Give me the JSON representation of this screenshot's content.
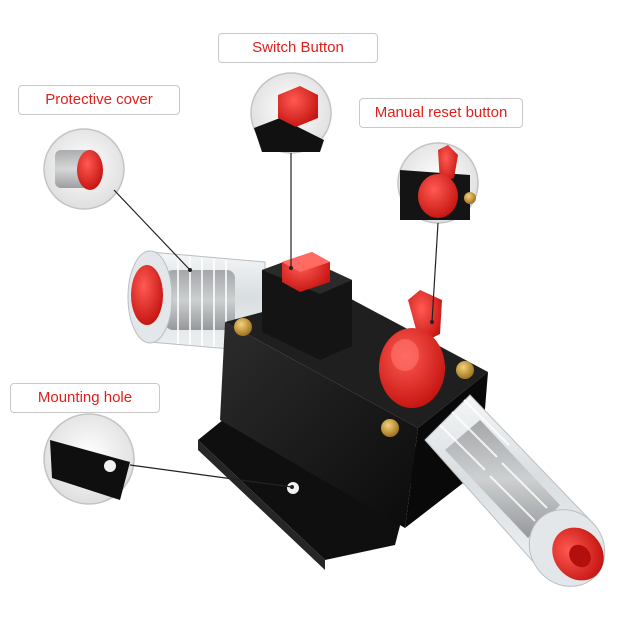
{
  "callouts": {
    "switch_button": "Switch Button",
    "protective_cover": "Protective cover",
    "manual_reset_button": "Manual reset button",
    "mounting_hole": "Mounting hole"
  },
  "colors": {
    "label_text": "#e0201c",
    "label_border": "#c9c9c9",
    "body_black": "#141414",
    "accent_red": "#e8201c",
    "brass": "#c8962c",
    "clear_plastic": "#e9eef0"
  }
}
